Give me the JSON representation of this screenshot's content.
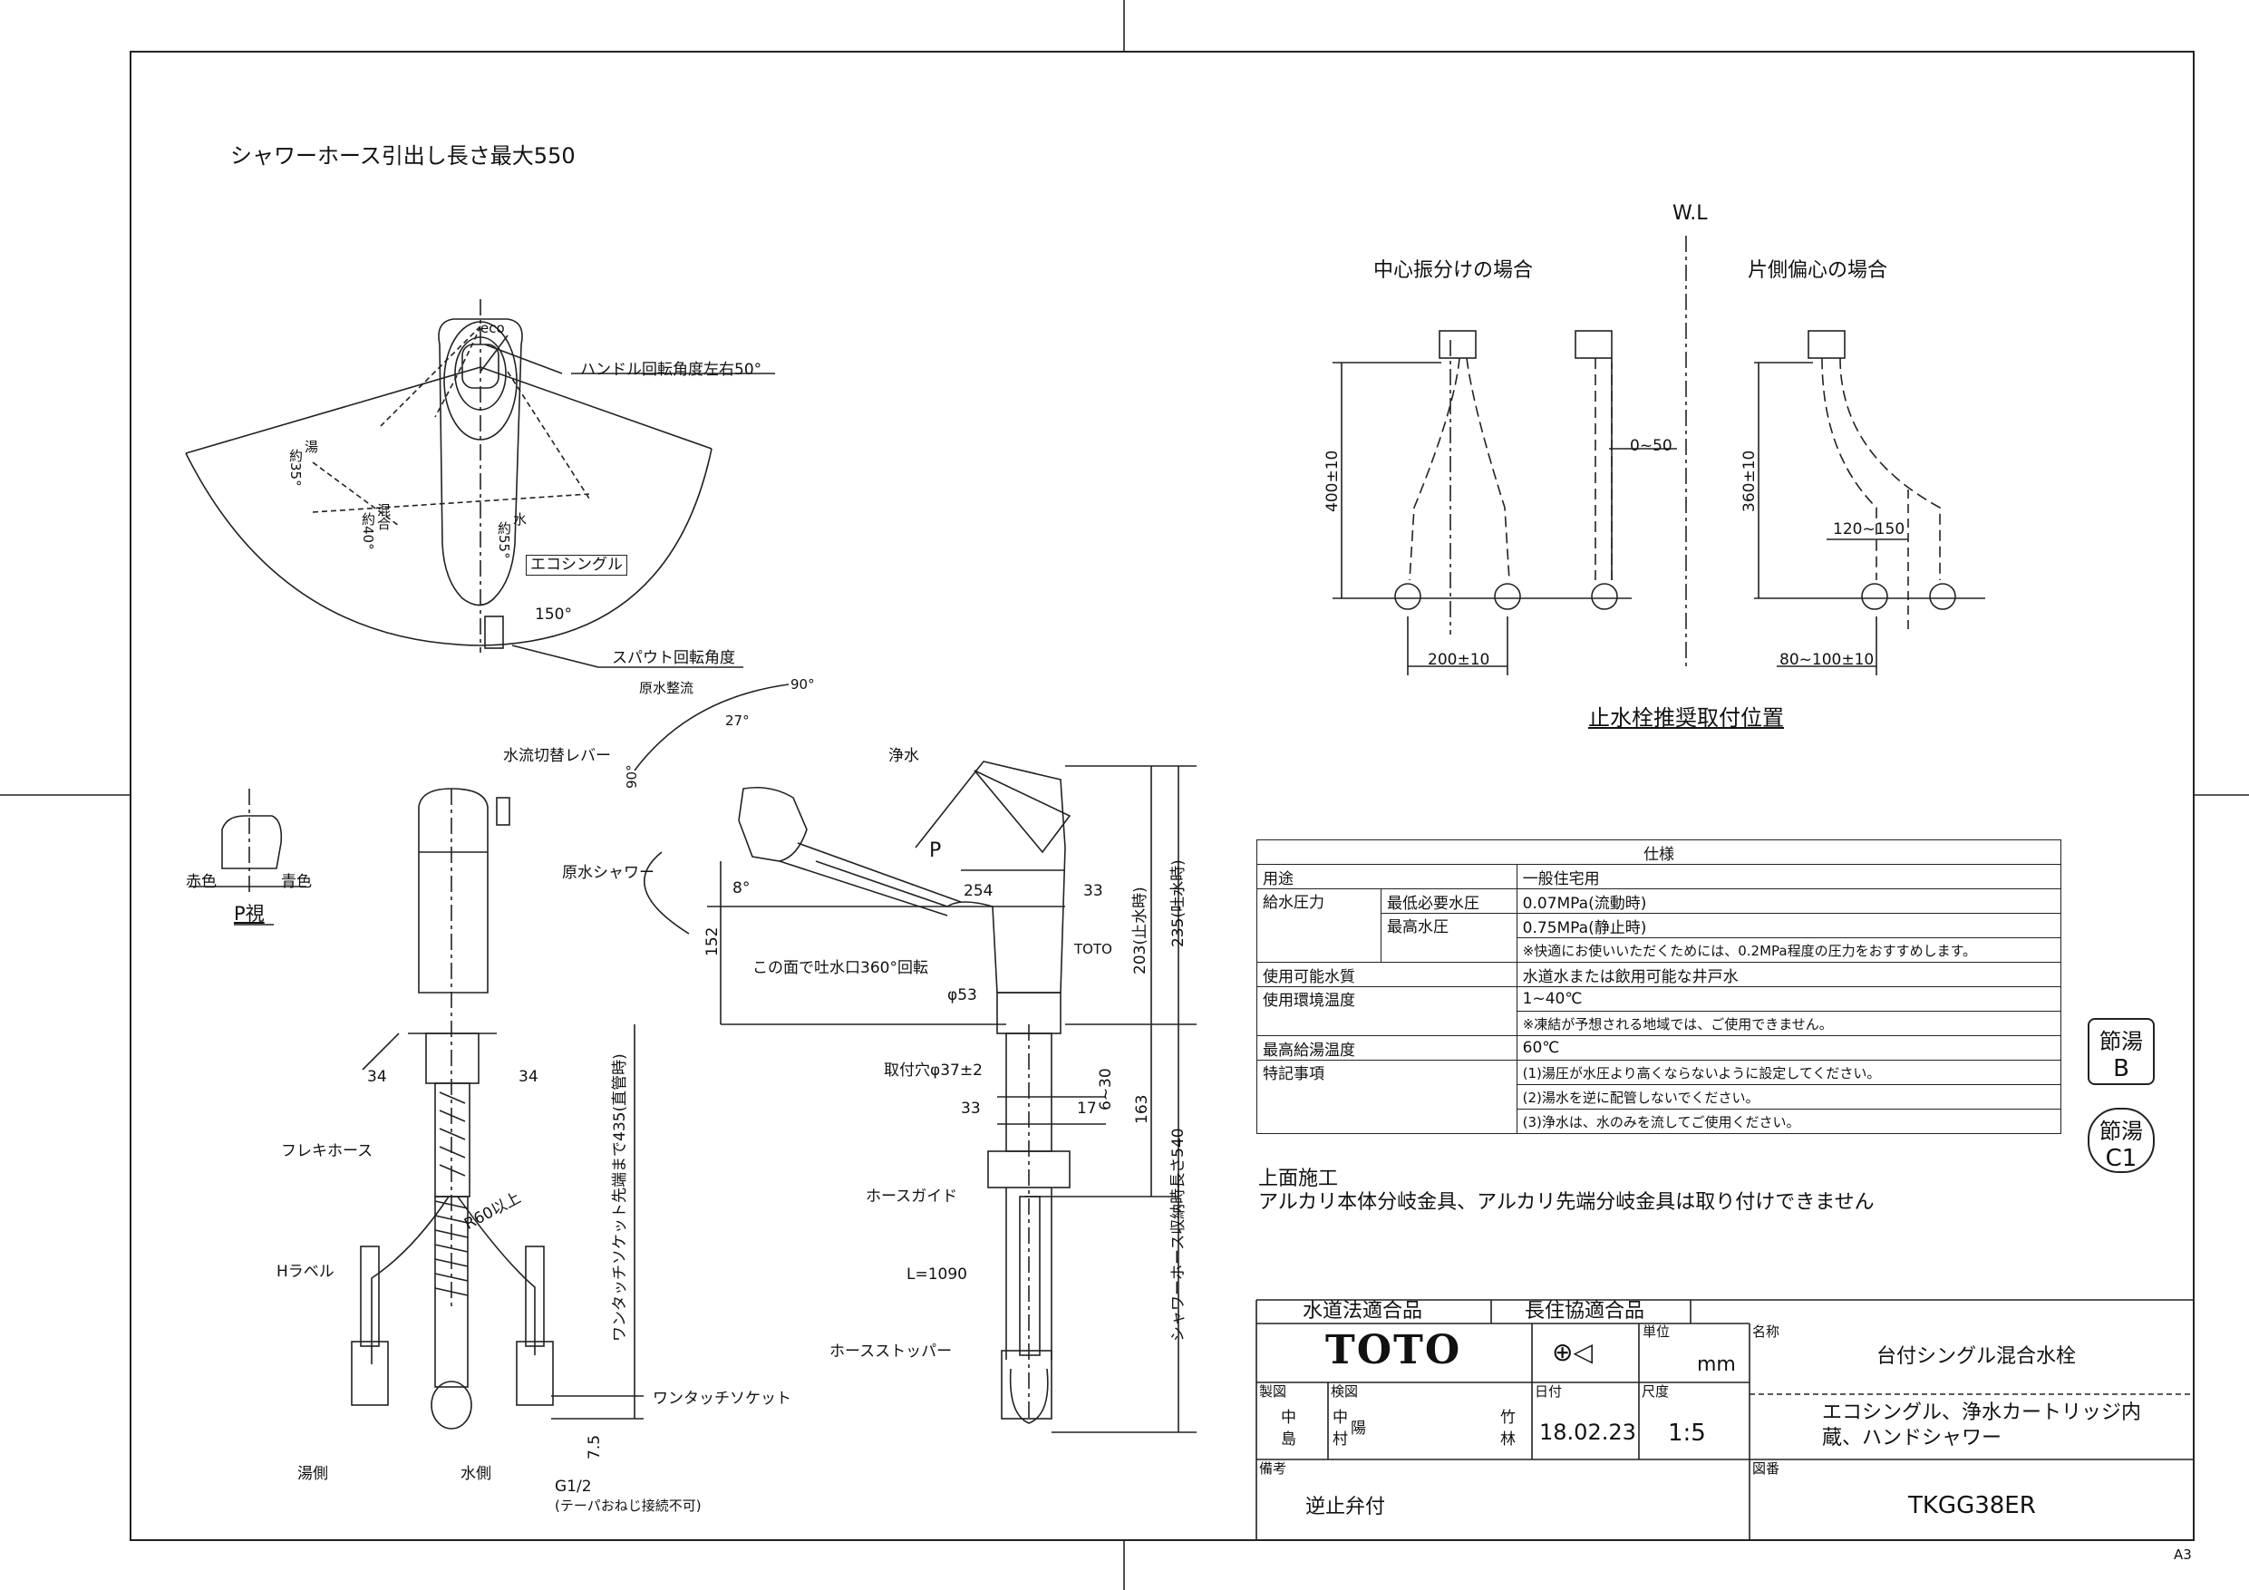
{
  "header": {
    "hose_note": "シャワーホース引出し長さ最大550"
  },
  "top_view": {
    "eco": "eco",
    "handle_angle": "ハンドル回転角度左右50°",
    "hot": "湯",
    "hot_angle": "約35°",
    "mixed": "混合",
    "mixed_angle": "約40°",
    "cold": "水",
    "cold_angle": "約55°",
    "eco_single_box": "エコシングル",
    "spout_angle_value": "150°",
    "spout_angle_label": "スパウト回転角度"
  },
  "p_view": {
    "red": "赤色",
    "blue": "青色",
    "caption": "P視"
  },
  "front_view": {
    "lever": "水流切替レバー",
    "d34_left": "34",
    "d34_right": "34",
    "flexi_hose": "フレキホース",
    "h_label": "Hラベル",
    "r60": "R60以上",
    "one_touch_len": "ワンタッチソケット先端まで435(直管時)",
    "one_touch_socket": "ワンタッチソケット",
    "d75": "7.5",
    "hot_side": "湯側",
    "cold_side": "水側",
    "thread": "G1/2",
    "thread_note": "(テーパおねじ接続不可)"
  },
  "side_view": {
    "raw_stream": "原水整流",
    "a90_top": "90°",
    "a27": "27°",
    "purified": "浄水",
    "a90_left": "90°",
    "raw_shower": "原水シャワー",
    "a8": "8°",
    "p_arrow": "P",
    "d254": "254",
    "d33_top": "33",
    "d152": "152",
    "toto": "TOTO",
    "rotate_note": "この面で吐水口360°回転",
    "phi53": "φ53",
    "d203": "203(止水時)",
    "d235": "235(吐水時)",
    "hole": "取付穴φ37±2",
    "d6_30": "6~30",
    "d33_bottom": "33",
    "d17": "17",
    "d163": "163",
    "hose_guide": "ホースガイド",
    "shower_hose_len": "シャワーホース収納時長さ540",
    "l1090": "L=1090",
    "hose_stopper": "ホースストッパー"
  },
  "valve_positions": {
    "wl": "W.L",
    "center_title": "中心振分けの場合",
    "offset_title": "片側偏心の場合",
    "d400": "400±10",
    "d0_50": "0~50",
    "d360": "360±10",
    "d120_150": "120~150",
    "d200": "200±10",
    "d80_100": "80~100±10",
    "caption": "止水栓推奨取付位置"
  },
  "spec": {
    "title": "仕様",
    "rows": {
      "use_label": "用途",
      "use_value": "一般住宅用",
      "pressure_label": "給水圧力",
      "min_label": "最低必要水圧",
      "min_value": "0.07MPa(流動時)",
      "max_label": "最高水圧",
      "max_value": "0.75MPa(静止時)",
      "pressure_note": "※快適にお使いいただくためには、0.2MPa程度の圧力をおすすめします。",
      "water_label": "使用可能水質",
      "water_value": "水道水または飲用可能な井戸水",
      "env_label": "使用環境温度",
      "env_value": "1~40℃",
      "env_note": "※凍結が予想される地域では、ご使用できません。",
      "hot_label": "最高給湯温度",
      "hot_value": "60℃",
      "special_label": "特記事項",
      "special_1": "(1)湯圧が水圧より高くならないように設定してください。",
      "special_2": "(2)湯水を逆に配管しないでください。",
      "special_3": "(3)浄水は、水のみを流してご使用ください。"
    }
  },
  "notes": {
    "install": "上面施工",
    "alkali": "アルカリ本体分岐金具、アルカリ先端分岐金具は取り付けできません"
  },
  "stamps": {
    "b_top": "節湯",
    "b_bottom": "B",
    "c1_top": "節湯",
    "c1_bottom": "C1"
  },
  "title_block": {
    "water_law": "水道法適合品",
    "housing": "長住協適合品",
    "brand": "TOTO",
    "unit_label": "単位",
    "unit_value": "mm",
    "name_label": "名称",
    "name_value": "台付シングル混合水栓",
    "name_line2": "エコシングル、浄水カートリッジ内",
    "name_line3": "蔵、ハンドシャワー",
    "drawn_label": "製図",
    "drawn_a": "中",
    "drawn_b": "島",
    "checked_label": "検図",
    "checked_a": "中",
    "checked_b": "村",
    "checked_seal": "陽",
    "checked_c": "竹",
    "checked_d": "林",
    "date_label": "日付",
    "date_value": "18.02.23",
    "scale_label": "尺度",
    "scale_value": "1:5",
    "remarks_label": "備考",
    "remarks_value": "逆止弁付",
    "drawing_no_label": "図番",
    "drawing_no": "TKGG38ER"
  },
  "sheet": {
    "size": "A3"
  }
}
